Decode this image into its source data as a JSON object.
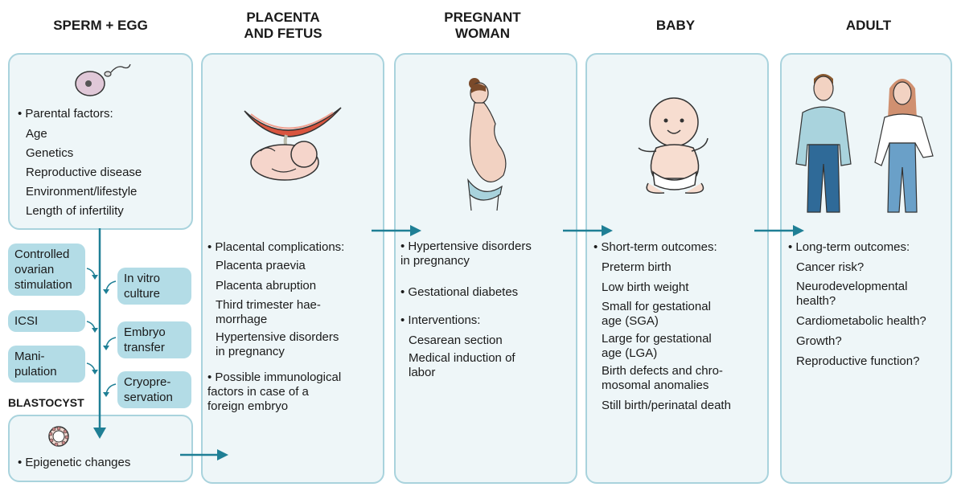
{
  "columns": [
    {
      "title": "SPERM + EGG"
    },
    {
      "title": "PLACENTA\nAND FETUS"
    },
    {
      "title": "PREGNANT\nWOMAN"
    },
    {
      "title": "BABY"
    },
    {
      "title": "ADULT"
    }
  ],
  "sperm_egg": {
    "heading": "• Parental factors:",
    "items": [
      "Age",
      "Genetics",
      "Reproductive disease",
      "Environment/lifestyle",
      "Length of infertility"
    ]
  },
  "procedures_left": [
    "Controlled\novarian\nstimulation",
    "ICSI",
    "Mani-\npulation"
  ],
  "procedures_right": [
    "In vitro\nculture",
    "Embryo\ntransfer",
    "Cryopre-\nservation"
  ],
  "blastocyst": {
    "label": "BLASTOCYST",
    "item": "• Epigenetic changes"
  },
  "placenta": {
    "heading": "• Placental complications:",
    "items": [
      "Placenta praevia",
      "Placenta abruption",
      "Third trimester hae-\nmorrhage",
      "Hypertensive disorders\nin pregnancy"
    ],
    "extra": "• Possible immunological\nfactors in case of a\nforeign embryo"
  },
  "pregnant": {
    "item1": "• Hypertensive disorders\nin pregnancy",
    "item2": "• Gestational diabetes",
    "heading": "• Interventions:",
    "items": [
      "Cesarean section",
      "Medical induction of\nlabor"
    ]
  },
  "baby": {
    "heading": "• Short-term outcomes:",
    "items": [
      "Preterm birth",
      "Low birth weight",
      "Small for gestational\nage (SGA)",
      "Large for gestational\nage (LGA)",
      "Birth defects and chro-\nmosomal anomalies",
      "Still birth/perinatal death"
    ]
  },
  "adult": {
    "heading": "• Long-term outcomes:",
    "items": [
      "Cancer risk?",
      "Neurodevelopmental\nhealth?",
      "Cardiometabolic health?",
      "Growth?",
      "Reproductive function?"
    ]
  },
  "colors": {
    "panel_border": "#a9d3dd",
    "panel_fill": "#eef6f8",
    "pill_fill": "#b3dce6",
    "arrow": "#1f7f95"
  }
}
